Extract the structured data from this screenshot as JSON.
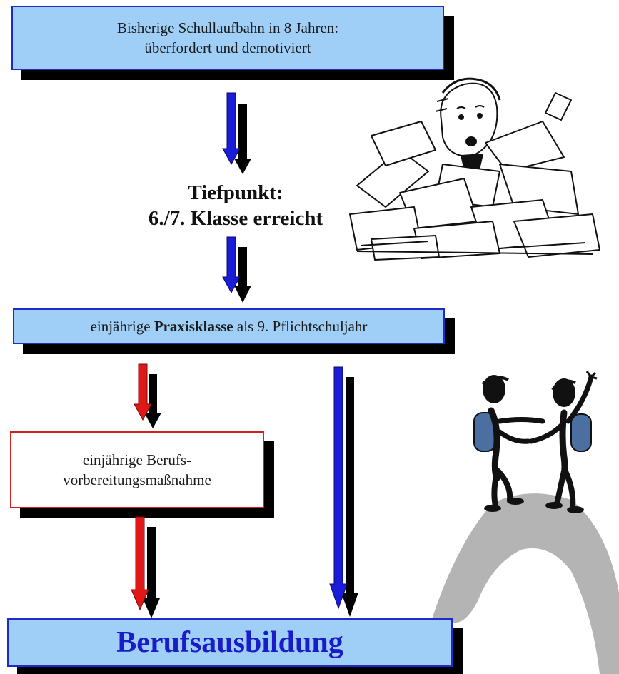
{
  "boxes": {
    "top": {
      "line1": "Bisherige Schullaufbahn in 8 Jahren:",
      "line2": "überfordert und demotiviert"
    },
    "praxis": {
      "prefix": "einjährige ",
      "bold": "Praxisklasse",
      "suffix": " als 9. Pflichtschuljahr"
    },
    "berufsvorbereitung": {
      "line1": "einjährige Berufs-",
      "line2": "vorbereitungsmaßnahme"
    },
    "bottom": {
      "label": "Berufsausbildung"
    }
  },
  "tiefpunkt": {
    "line1": "Tiefpunkt:",
    "line2": "6./7. Klasse erreicht"
  },
  "illustrations": {
    "stressed_person": "person-buried-in-papers-illustration",
    "hikers": "two-hikers-on-mountain-illustration"
  },
  "colors": {
    "box_fill": "#9fcff7",
    "box_border": "#1e2bc8",
    "red_border": "#d02020",
    "blue_arrow": "#1a1cd8",
    "red_arrow": "#e01818",
    "title_text": "#1a1cc8",
    "mountain": "#b4b4b4",
    "backpack": "#4a6fa0"
  }
}
